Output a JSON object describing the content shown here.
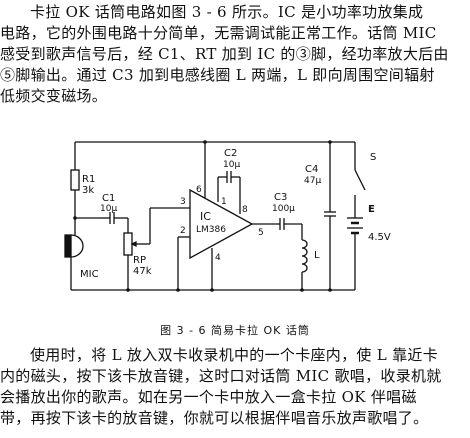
{
  "paragraph1": {
    "lines": [
      "卡拉 OK 话筒电路如图 3 - 6 所示。IC 是小功率功放集成",
      "电路，它的外围电路十分简单，无需调试能正常工作。话筒 MIC",
      "感受到歌声信号后，经 C1、RT 加到 IC 的③脚，经功率放大后由",
      "⑤脚输出。通过 C3 加到电感线圈 L 两端，L 即向周围空间辐射",
      "低频交变磁场。"
    ]
  },
  "figure": {
    "caption": "图 3 - 6    简易卡拉 OK 话筒",
    "labels": {
      "r1": "R1",
      "r1_value": "3k",
      "c1": "C1",
      "c1_value": "10μ",
      "c2": "C2",
      "c2_value": "10μ",
      "c3": "C3",
      "c3_value": "100μ",
      "c4": "C4",
      "c4_value": "47μ",
      "s": "S",
      "e": "E",
      "e_value": "4.5V",
      "rp": "RP",
      "rp_value": "47k",
      "mic": "MIC",
      "l": "L",
      "ic": "IC",
      "ic_model": "LM386",
      "pin1": "1",
      "pin2": "2",
      "pin3": "3",
      "pin4": "4",
      "pin5": "5",
      "pin6": "6",
      "pin8": "8"
    }
  },
  "paragraph2": {
    "lines": [
      "使用时，将 L 放入双卡收录机中的一个卡座内，使 L 靠近卡",
      "内的磁头，按下该卡放音键，这时口对话筒 MIC 歌唱，收录机就",
      "会播放出你的歌声。如在另一个卡中放入一盒卡拉 OK 伴唱磁",
      "带，再按下该卡的放音键，你就可以根据伴唱音乐放声歌唱了。"
    ]
  }
}
